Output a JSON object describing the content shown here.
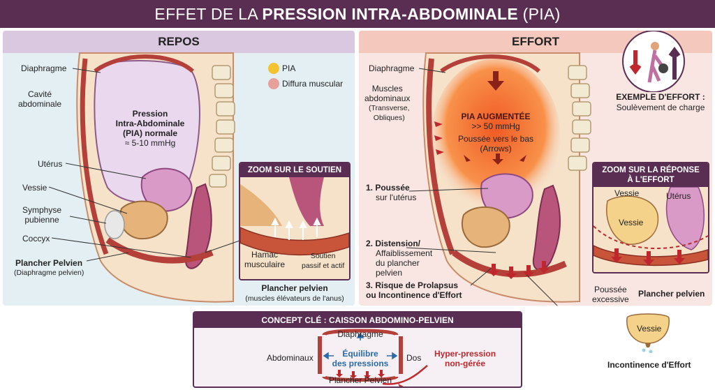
{
  "title": {
    "prefix": "EFFET DE LA ",
    "bold": "PRESSION INTRA-ABDOMINALE",
    "suffix": " (PIA)"
  },
  "rest": {
    "heading": "REPOS",
    "labels": {
      "diaphragm": "Diaphragme",
      "cavity": "Cavité\nabdominale",
      "uterus": "Utérus",
      "bladder": "Vessie",
      "symphysis": "Symphyse\npubienne",
      "coccyx": "Coccyx",
      "floor": "Plancher Pelvien",
      "floor_sub": "(Diaphragme pelvien)"
    },
    "pressure": {
      "line1": "Pression",
      "line2": "Intra-Abdominale",
      "line3": "(PIA) normale",
      "value": "≈ 5-10 mmHg"
    },
    "legend": [
      {
        "label": "PIA",
        "color": "#f4c430"
      },
      {
        "label": "Diffura muscular",
        "color": "#e8a09a"
      }
    ],
    "zoom": {
      "heading": "ZOOM SUR LE SOUTIEN",
      "hammock": "Hamac\nmusculaire",
      "support": "Soutien\npassif et actif"
    },
    "caption": "Plancher pelvien",
    "caption_sub": "(muscles élévateurs de l'anus)"
  },
  "effort": {
    "heading": "EFFORT",
    "labels": {
      "diaphragm": "Diaphragme",
      "muscles": "Muscles\nabdominaux",
      "muscles_sub": "(Transverse,\nObliques)",
      "push_bold": "1. Poussée",
      "push_sub": "sur l'utérus",
      "distension_bold": "2. Distension/",
      "distension_sub": "Affaiblissement\ndu plancher\npelvien",
      "risk_bold": "3. Risque de Prolapsus\nou Incontinence d'Effort"
    },
    "pressure": {
      "line1": "PIA AUGMENTÉE",
      "value": ">> 50 mmHg",
      "line2": "Poussée vers le bas",
      "line3": "(Arrows)"
    },
    "example": {
      "title": "EXEMPLE D'EFFORT :",
      "desc": "Soulèvement de charge"
    },
    "zoom": {
      "heading": "ZOOM SUR LA RÉPONSE\nÀ L'EFFORT",
      "bladder_top": "Vessie",
      "uterus": "Utérus",
      "bladder_inner": "Vessie",
      "excess": "Poussée\nexcessive",
      "floor": "Plancher pelvien"
    },
    "incontinence": {
      "bladder": "Vessie",
      "caption": "Incontinence d'Effort"
    }
  },
  "concept": {
    "heading": "CONCEPT CLÉ : CAISSON ABDOMINO-PELVIEN",
    "top": "Diaphragme",
    "left": "Abdominaux",
    "right": "Dos",
    "bottom": "Plancher Pelvien",
    "center": "Équilibre\ndes pressions",
    "hyper": "Hyper-pression\nnon-gérée"
  },
  "colors": {
    "brand": "#5a2e52",
    "pia": "#f4c430",
    "pia_high": "#f15a24",
    "muscle": "#b5403a",
    "danger": "#c0272d"
  }
}
